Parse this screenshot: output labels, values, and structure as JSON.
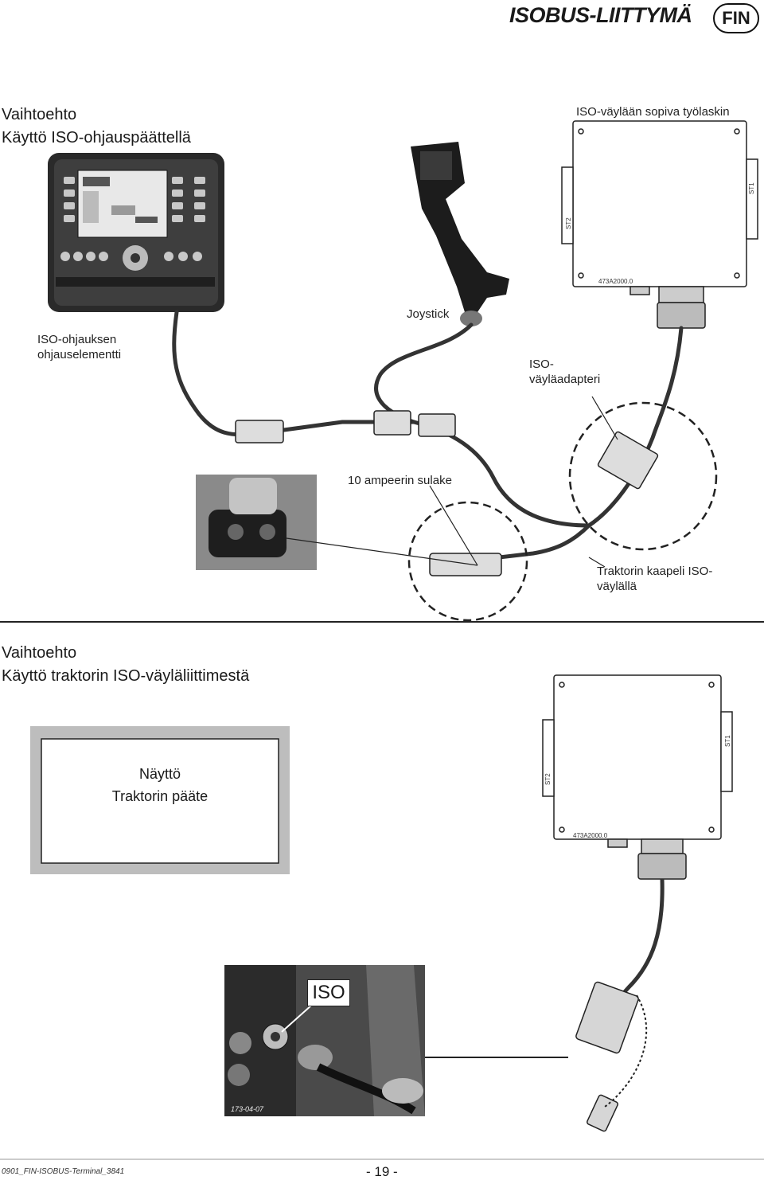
{
  "header": {
    "title": "ISOBUS-LIITTYMÄ",
    "language": "FIN"
  },
  "section1": {
    "title_line1": "Vaihtoehto",
    "title_line2": "Käyttö ISO-ohjauspäättellä",
    "labels": {
      "computer": "ISO-väylään sopiva työlaskin",
      "joystick": "Joystick",
      "control_element_1": "ISO-ohjauksen",
      "control_element_2": "ohjauselementti",
      "adapter_1": "ISO-",
      "adapter_2": "väyläadapteri",
      "fuse": "10 ampeerin sulake",
      "tractor_cable_1": "Traktorin kaapeli ISO-",
      "tractor_cable_2": "väylällä"
    },
    "box_labels": {
      "st1": "ST1",
      "st2": "ST2",
      "part_number": "473A2000.0"
    }
  },
  "section2": {
    "title_line1": "Vaihtoehto",
    "title_line2": "Käyttö traktorin ISO-väyläliittimestä",
    "display_line1": "Näyttö",
    "display_line2": "Traktorin pääte",
    "iso_label": "ISO",
    "box_labels": {
      "st1": "ST1",
      "st2": "ST2",
      "part_number": "473A2000.0"
    },
    "photo_stamp": "173-04-07"
  },
  "footer": {
    "doc_id": "0901_FIN-ISOBUS-Terminal_3841",
    "page": "- 19 -"
  }
}
